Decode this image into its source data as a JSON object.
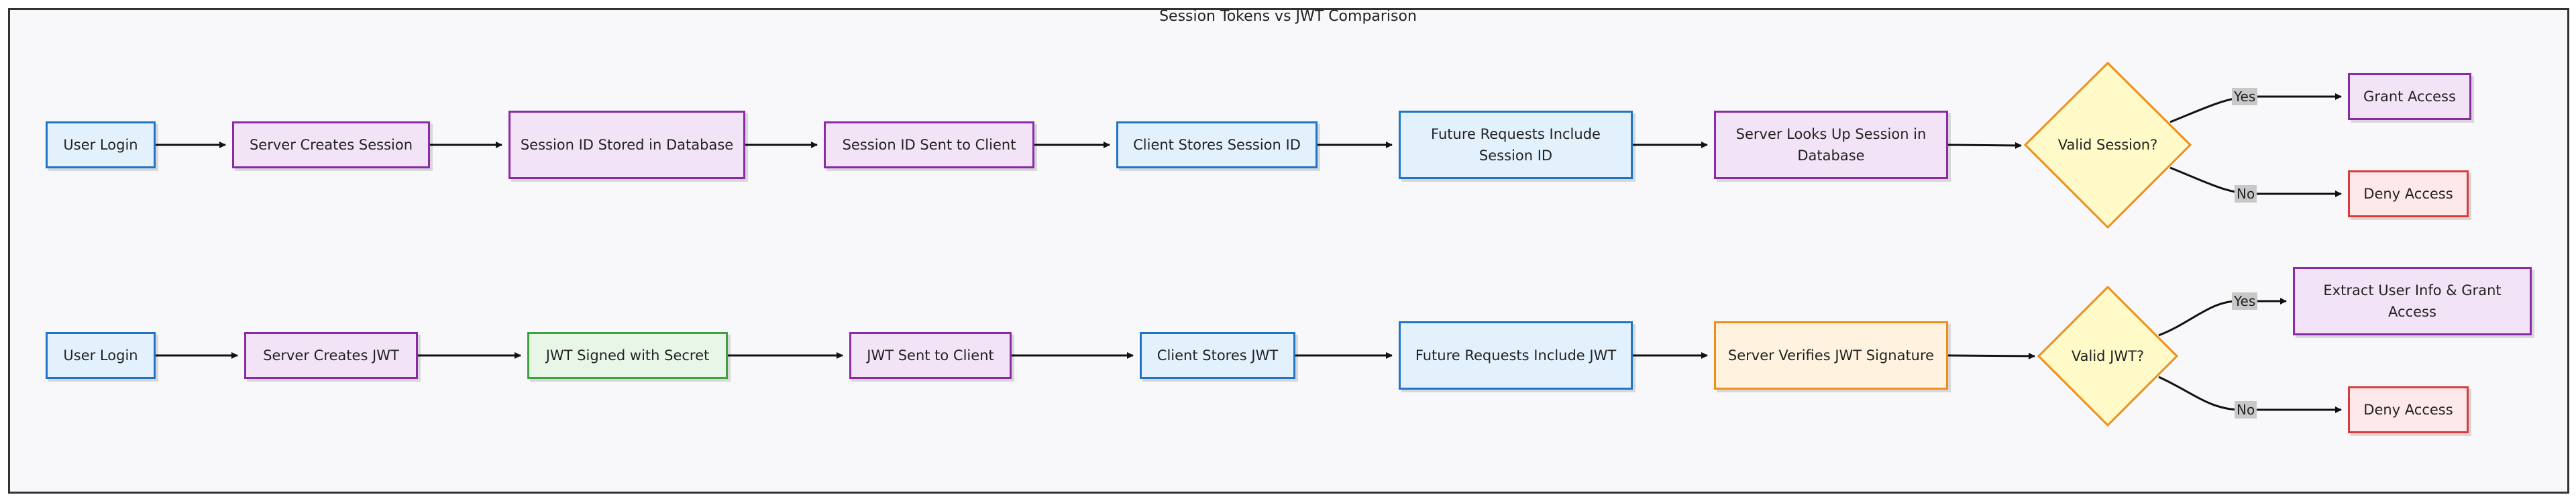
{
  "title": "Session Tokens vs JWT Comparison",
  "session_flow": {
    "user_login": "User Login",
    "server_creates_session": "Server Creates Session",
    "session_id_stored": "Session ID Stored in Database",
    "session_id_sent": "Session ID Sent to Client",
    "client_stores_session_id": "Client Stores Session ID",
    "future_requests": "Future Requests Include Session ID",
    "server_looks_up": "Server Looks Up Session in Database",
    "valid_session": "Valid Session?",
    "yes_label": "Yes",
    "no_label": "No",
    "grant_access": "Grant Access",
    "deny_access": "Deny Access"
  },
  "jwt_flow": {
    "user_login": "User Login",
    "server_creates_jwt": "Server Creates JWT",
    "jwt_signed": "JWT Signed with Secret",
    "jwt_sent": "JWT Sent to Client",
    "client_stores_jwt": "Client Stores JWT",
    "future_requests": "Future Requests Include JWT",
    "server_verifies": "Server Verifies JWT Signature",
    "valid_jwt": "Valid JWT?",
    "yes_label": "Yes",
    "no_label": "No",
    "extract_grant": "Extract User Info & Grant Access",
    "deny_access": "Deny Access"
  },
  "colors": {
    "blue_fill": "#e3f1fd",
    "blue_stroke": "#1f74c5",
    "purple_fill": "#f3e3f6",
    "purple_stroke": "#8a2aa6",
    "green_fill": "#e8f6e7",
    "green_stroke": "#3fa13f",
    "orange_fill": "#fff2df",
    "orange_stroke": "#ee8f1a",
    "red_fill": "#fde9ea",
    "red_stroke": "#dc3b3b",
    "decision_fill": "#fffac8",
    "decision_stroke": "#ee8f1a",
    "edge": "#111111"
  }
}
